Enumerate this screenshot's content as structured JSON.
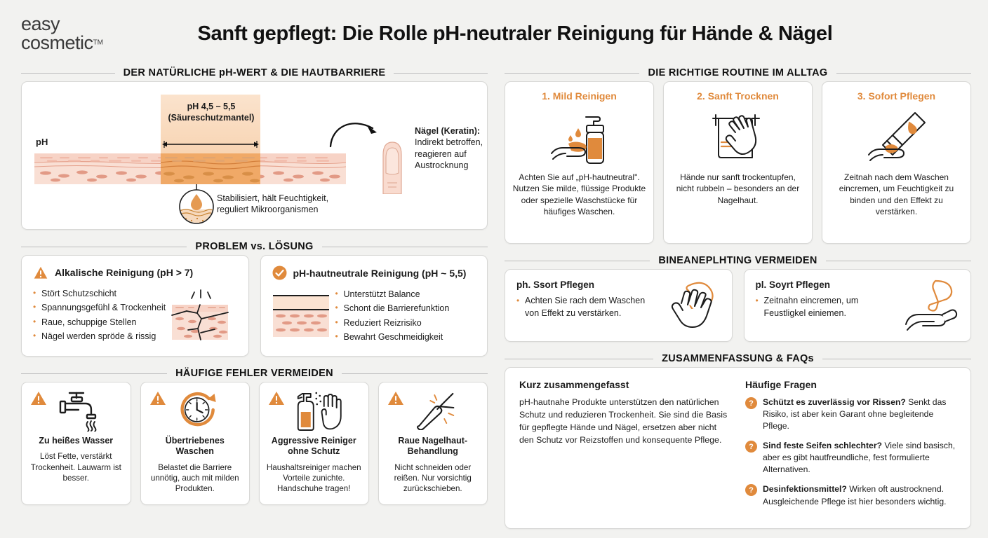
{
  "brand": {
    "line1": "easy",
    "line2": "cosmetic",
    "tm": "TM"
  },
  "title": "Sanft gepflegt: Die Rolle pH-neutraler Reinigung für Hände & Nägel",
  "colors": {
    "accent": "#E08A3C",
    "skin_light": "#f7d9cc",
    "skin_band": "#f0a967",
    "bg": "#f2f2f0",
    "card": "#ffffff"
  },
  "sections": {
    "skin": {
      "heading": "DER NATÜRLICHE pH-WERT & DIE HAUTBARRIERE",
      "ph_axis_label": "pH",
      "band_line1": "pH 4,5 – 5,5",
      "band_line2": "(Säureschutzmantel)",
      "drop_note": "Stabilisiert, hält Feuchtigkeit,\nreguliert Mikroorganismen",
      "drop_note_l1": "Stabilisiert, hält Feuchtigkeit,",
      "drop_note_l2": "reguliert Mikroorganismen",
      "nail_title": "Nägel (Keratin):",
      "nail_l1": "Indirekt betroffen,",
      "nail_l2": "reagieren auf",
      "nail_l3": "Austrocknung"
    },
    "problem_solution": {
      "heading": "PROBLEM vs. LÖSUNG",
      "cards": [
        {
          "icon": "warning-triangle-icon",
          "title": "Alkalische Reinigung (pH > 7)",
          "bullets": [
            "Stört Schutzschicht",
            "Spannungsgefühl & Trockenheit",
            "Raue, schuppige Stellen",
            "Nägel werden spröde & rissig"
          ]
        },
        {
          "icon": "check-circle-icon",
          "title": "pH-hautneutrale Reinigung (pH ~ 5,5)",
          "bullets": [
            "Unterstützt Balance",
            "Schont die Barrierefunktion",
            "Reduziert Reizrisiko",
            "Bewahrt Geschmeidigkeit"
          ]
        }
      ]
    },
    "mistakes": {
      "heading": "HÄUFIGE FEHLER VERMEIDEN",
      "cards": [
        {
          "icon": "faucet-icon",
          "title": "Zu heißes Wasser",
          "desc": "Löst Fette, verstärkt Trockenheit. Lauwarm ist besser."
        },
        {
          "icon": "clock-icon",
          "title": "Übertriebenes Waschen",
          "desc": "Belastet die Barriere unnötig, auch mit milden Produkten."
        },
        {
          "icon": "spray-bottle-hand-icon",
          "title": "Aggressive Reiniger ohne Schutz",
          "desc": "Haushaltsreiniger machen Vorteile zunichte. Handschuhe tragen!"
        },
        {
          "icon": "cuticle-tool-icon",
          "title": "Raue Nagelhaut-Behandlung",
          "desc": "Nicht schneiden oder reißen. Nur vorsichtig zurückschieben."
        }
      ]
    },
    "routine": {
      "heading": "DIE RICHTIGE ROUTINE IM ALLTAG",
      "cards": [
        {
          "step": "1. Mild Reinigen",
          "icon": "soap-dispenser-hand-icon",
          "desc": "Achten Sie auf „pH-hautneutral\". Nutzen Sie milde, flüssige Produkte oder spezielle Waschstücke für häufiges Waschen."
        },
        {
          "step": "2. Sanft Trocknen",
          "icon": "towel-hand-icon",
          "desc": "Hände nur sanft trockentupfen, nicht rubbeln – besonders an der Nagelhaut."
        },
        {
          "step": "3. Sofort Pflegen",
          "icon": "cream-tube-hand-icon",
          "desc": "Zeitnah nach dem Waschen eincremen, um Feuchtigkeit zu binden und den Effekt zu verstärken."
        }
      ]
    },
    "care": {
      "heading": "BINEANEPLHTING VERMEIDEN",
      "cards": [
        {
          "title": "ph. Ssort Pflegen",
          "icon": "hand-cream-icon",
          "bullet_l1": "Achten Sie rach dem Waschen",
          "bullet_l2": "von Effekt zu verstärken."
        },
        {
          "title": "pl. Soyrt Pflegen",
          "icon": "tube-hand-icon",
          "bullet_l1": "Zeitnahn eincremen, um",
          "bullet_l2": "Feustligkel einiemen."
        }
      ]
    },
    "summary": {
      "heading": "ZUSAMMENFASSUNG & FAQs",
      "left_title": "Kurz zusammengefasst",
      "left_text": "pH-hautnahe Produkte unterstützen den natürlichen Schutz und reduzieren Trockenheit. Sie sind die Basis für gepflegte Hände und Nägel, ersetzen aber nicht den Schutz vor Reizstoffen und konsequente Pflege.",
      "right_title": "Häufige Fragen",
      "faq_marker": "?",
      "faqs": [
        {
          "q": "Schützt es zuverlässig vor Rissen?",
          "a": " Senkt das Risiko, ist aber kein Garant ohne begleitende Pflege."
        },
        {
          "q": "Sind feste Seifen schlechter?",
          "a": " Viele sind basisch, aber es gibt hautfreundliche, fest formulierte Alternativen."
        },
        {
          "q": "Desinfektionsmittel?",
          "a": " Wirken oft austrocknend. Ausgleichende Pflege ist hier besonders wichtig."
        }
      ]
    }
  }
}
